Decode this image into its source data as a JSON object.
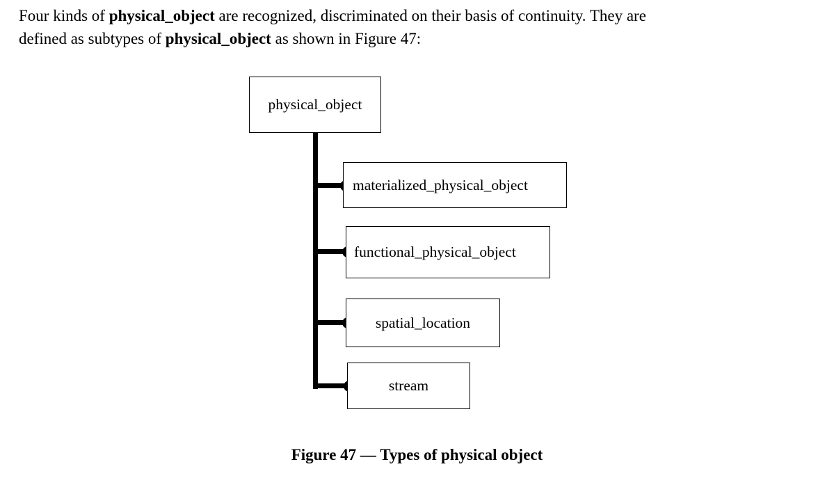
{
  "paragraph": {
    "seg1": "Four kinds of ",
    "term1": "physical_object",
    "seg2": " are recognized, discriminated on their basis of continuity. They are",
    "seg3": "defined as subtypes of ",
    "term2": "physical_object",
    "seg4": " as shown in Figure 47:"
  },
  "figure": {
    "root_label": "physical_object",
    "subtypes": [
      "materialized_physical_object",
      "functional_physical_object",
      "spatial_location",
      "stream"
    ],
    "caption": "Figure 47 — Types of physical object"
  }
}
